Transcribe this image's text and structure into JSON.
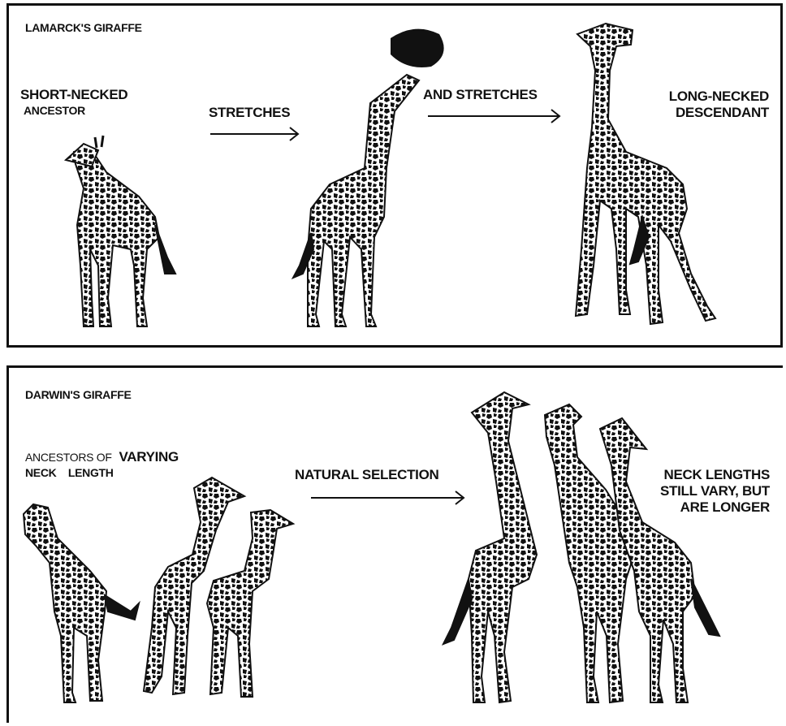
{
  "lamarck": {
    "heading": "LAMARCK'S GIRAFFE",
    "ancestor_line1": "SHORT-NECKED",
    "ancestor_line2": "ANCESTOR",
    "stretches": "STRETCHES",
    "and_stretches": "AND STRETCHES",
    "descendant_line1": "LONG-NECKED",
    "descendant_line2": "DESCENDANT"
  },
  "darwin": {
    "heading_bold": "DARWIN'S",
    "heading_rest": "GIRAFFE",
    "ancestors_prefix": "ANCESTORS OF",
    "ancestors_bold": "VARYING",
    "ancestors_line2a": "NECK",
    "ancestors_line2b": "LENGTH",
    "selection": "NATURAL SELECTION",
    "result_line1": "NECK LENGTHS",
    "result_line2": "STILL VARY, BUT",
    "result_line3": "ARE LONGER"
  },
  "colors": {
    "ink": "#111111",
    "spot_fill": "#ffffff"
  }
}
